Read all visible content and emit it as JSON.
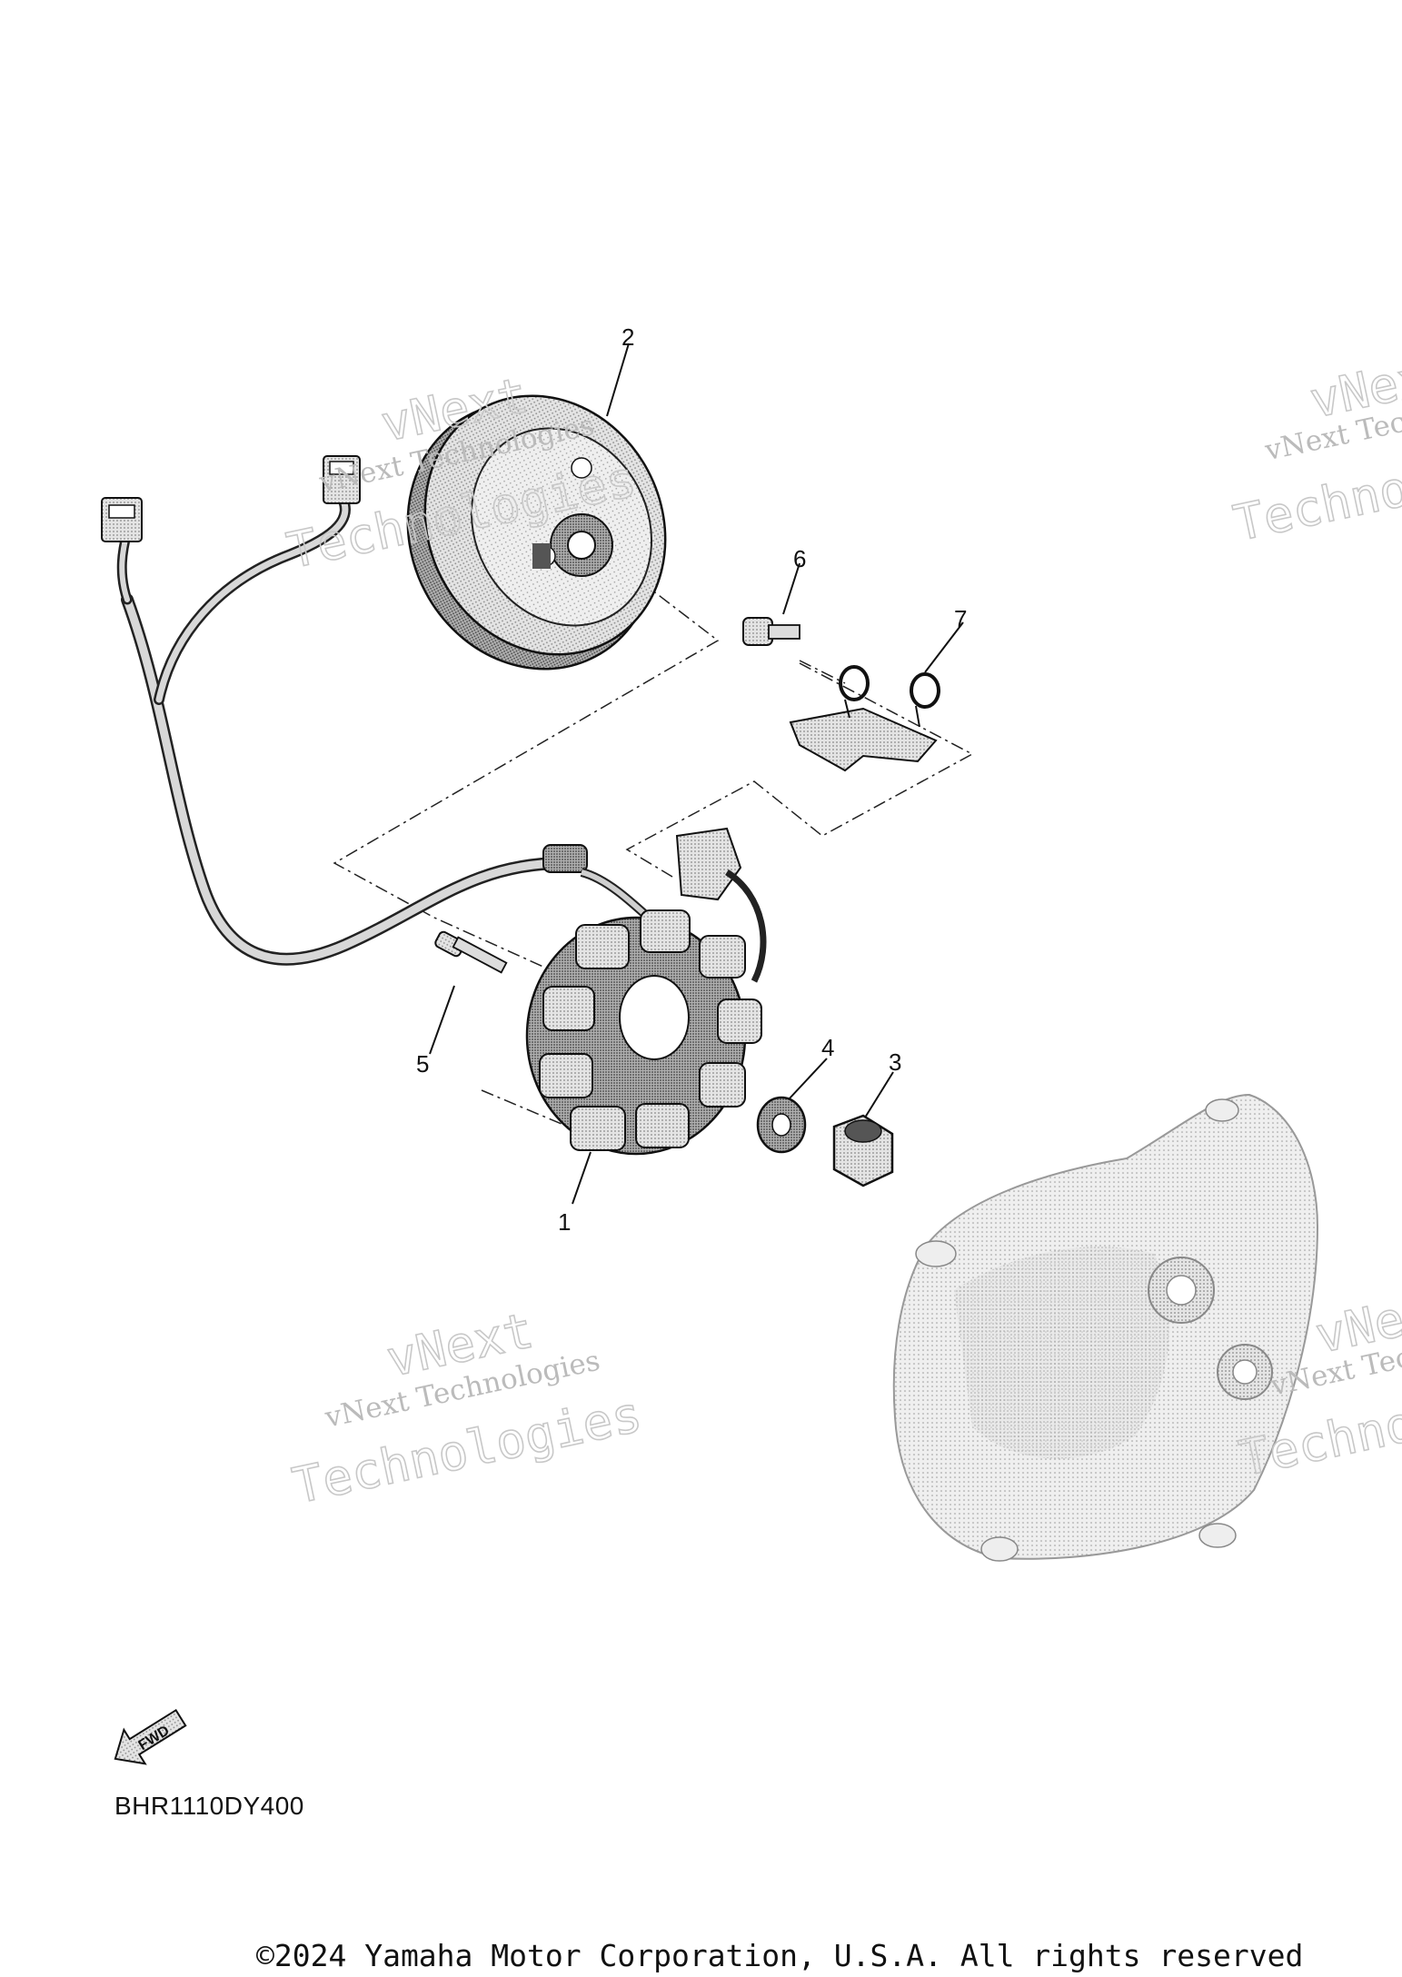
{
  "callouts": [
    "1",
    "2",
    "3",
    "4",
    "5",
    "6",
    "7"
  ],
  "watermark": {
    "line1": "vNext Technologies",
    "line2": "vNext",
    "line3": "Technologies"
  },
  "fwd_label": "FWD",
  "diagram_code": "BHR1110DY400",
  "copyright": "©2024 Yamaha Motor Corporation, U.S.A. All rights reserved"
}
